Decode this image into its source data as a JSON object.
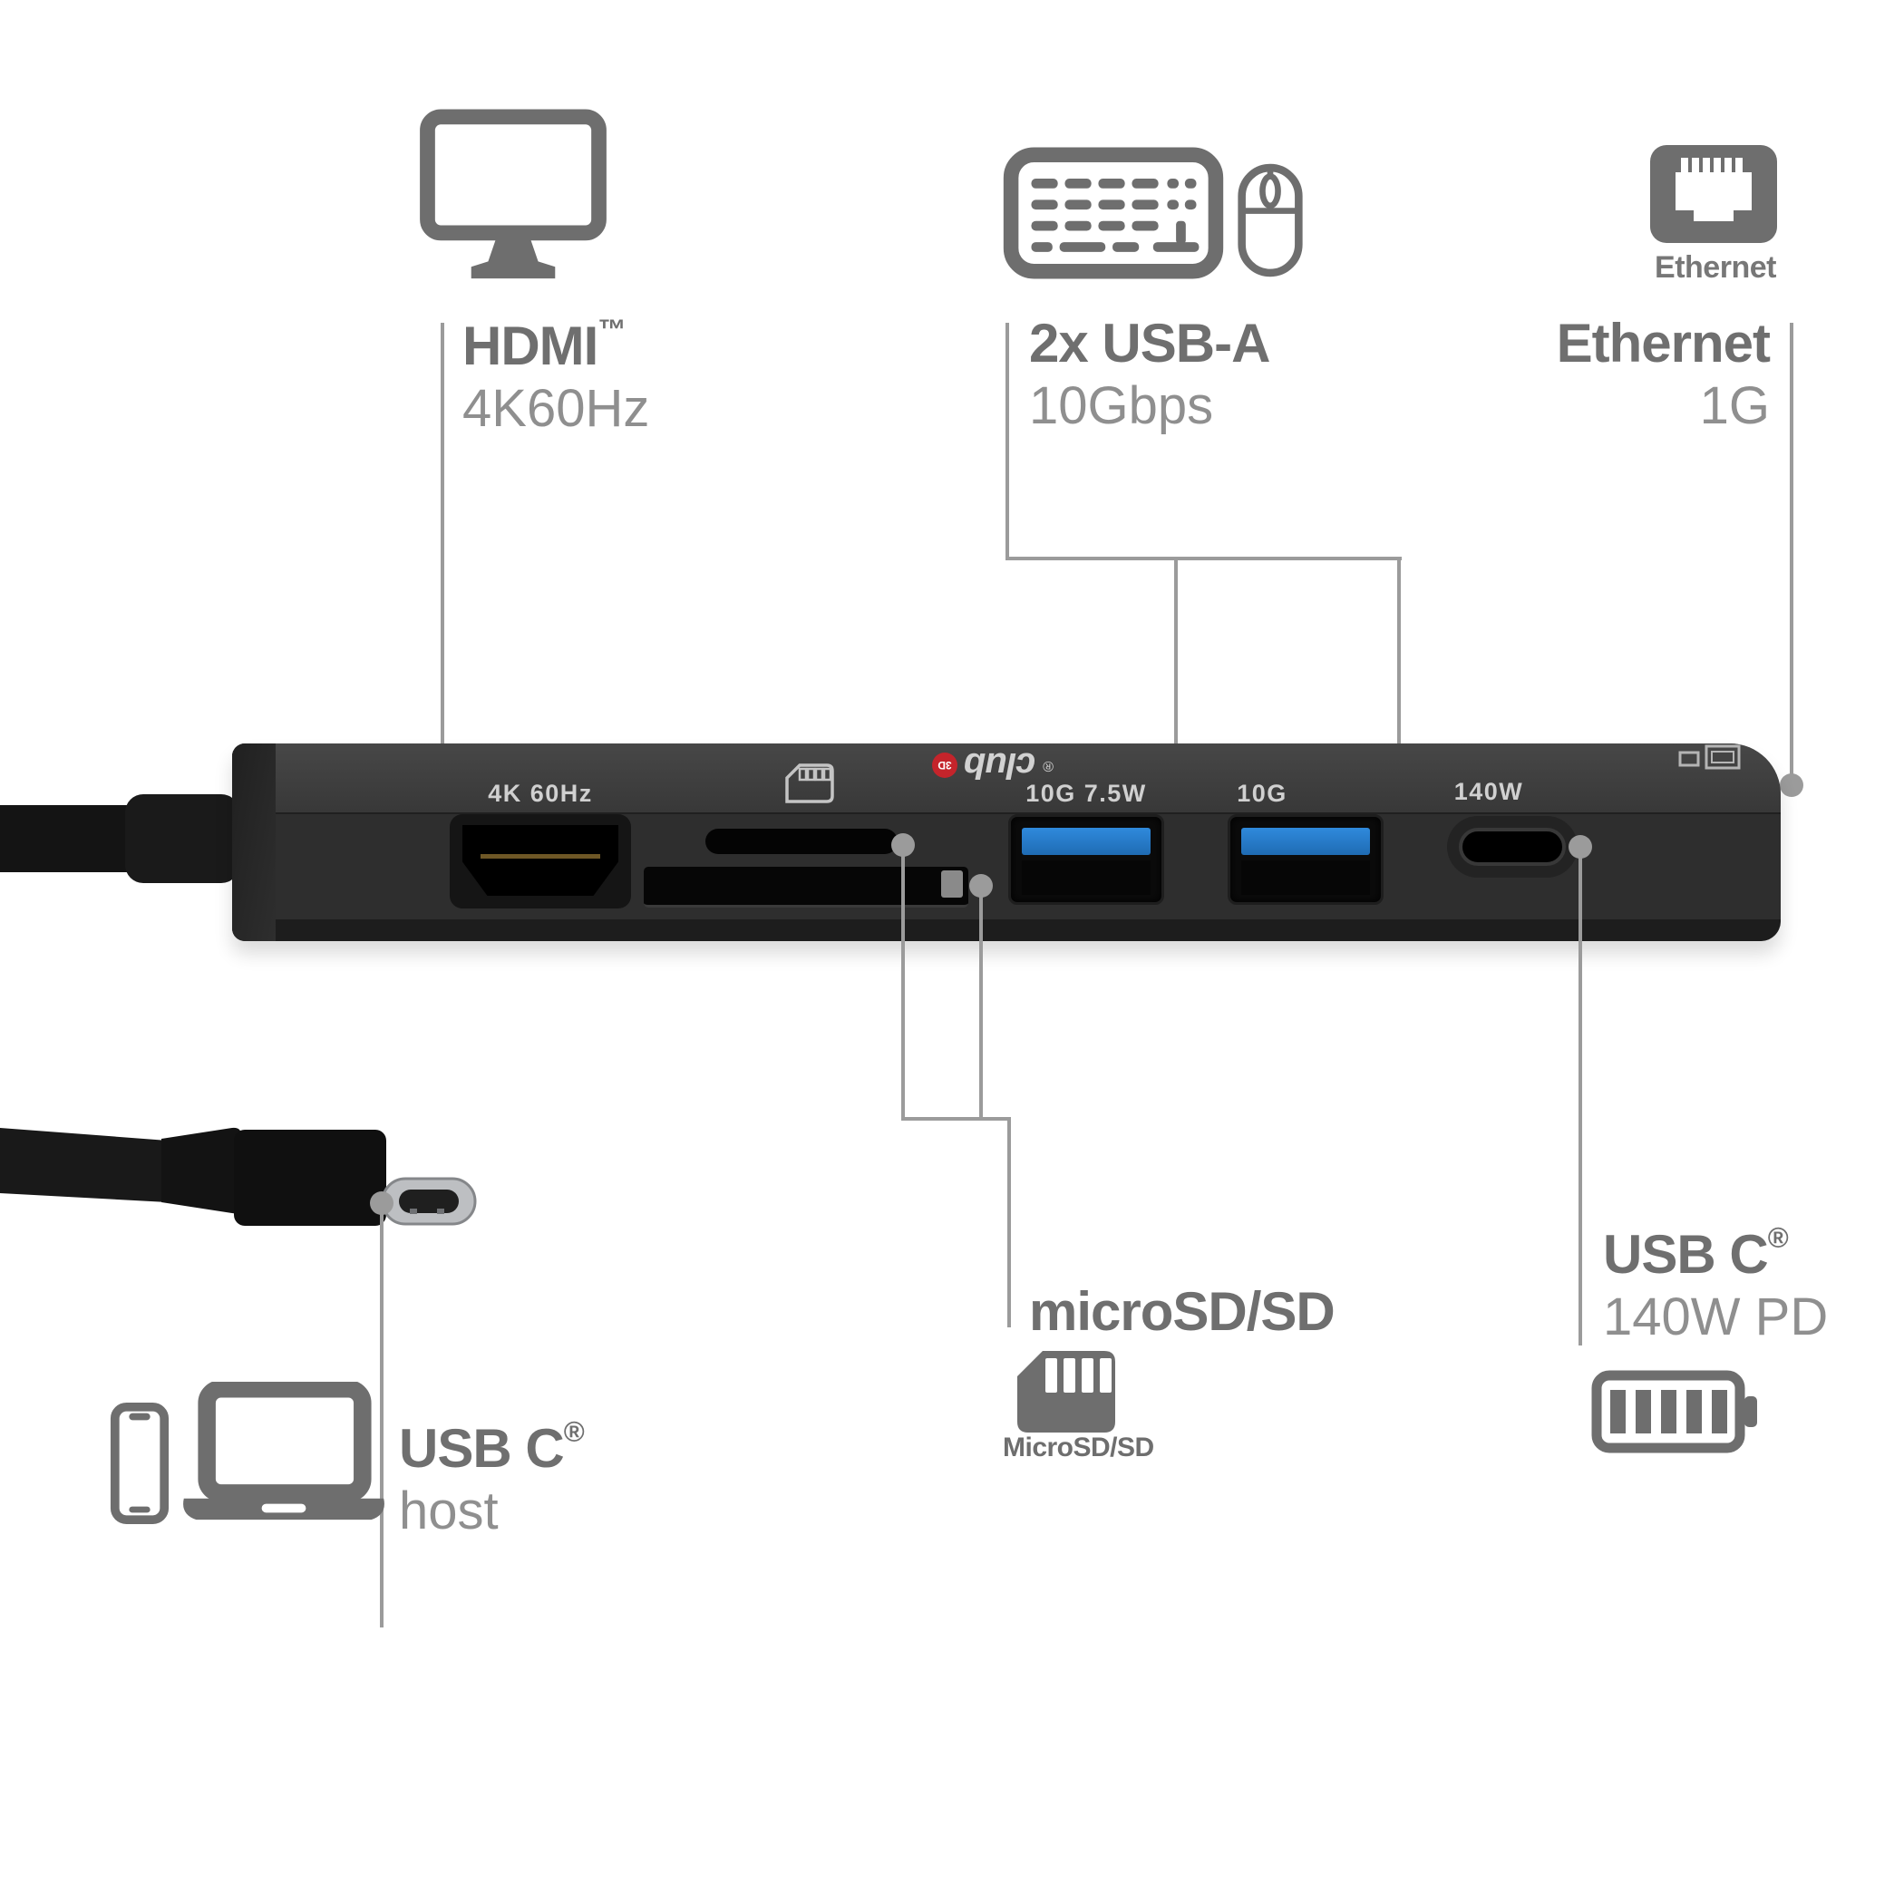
{
  "colors": {
    "background": "#ffffff",
    "callout_gray": "#9b9b9b",
    "icon_gray": "#6e6e6e",
    "title_gray": "#6f6f6f",
    "subtitle_gray": "#8f8f8f",
    "hub_body": "#2e2e2e",
    "usb_blue": "#2a7ccc",
    "logo_red": "#c4242b",
    "hub_print_gray": "#d0d0d0"
  },
  "icons": {
    "hdmi": "monitor-icon",
    "usb_a": [
      "keyboard-icon",
      "mouse-icon"
    ],
    "ethernet": "ethernet-jack-icon",
    "microsd": "sd-card-icon",
    "usb_c_pd": "battery-icon",
    "usb_c_host": [
      "smartphone-icon",
      "laptop-icon"
    ]
  },
  "callouts": {
    "hdmi": {
      "title": "HDMI",
      "sup": "™",
      "subtitle": "4K60Hz"
    },
    "usb_a": {
      "title": "2x USB-A",
      "subtitle": "10Gbps"
    },
    "ethernet": {
      "icon_caption": "Ethernet",
      "title": "Ethernet",
      "subtitle": "1G"
    },
    "microsd": {
      "title": "microSD/SD",
      "icon_caption": "MicroSD/SD"
    },
    "usb_c_pd": {
      "title": "USB C",
      "sup": "®",
      "subtitle": "140W PD"
    },
    "usb_c_host": {
      "title": "USB C",
      "sup": "®",
      "subtitle": "host"
    }
  },
  "hub": {
    "print_hdmi": "4K 60Hz",
    "print_usba1": "10G 7.5W",
    "print_usba2": "10G",
    "print_usbc": "140W",
    "logo_text": "club",
    "logo_badge": "3D",
    "logo_reg": "®"
  }
}
